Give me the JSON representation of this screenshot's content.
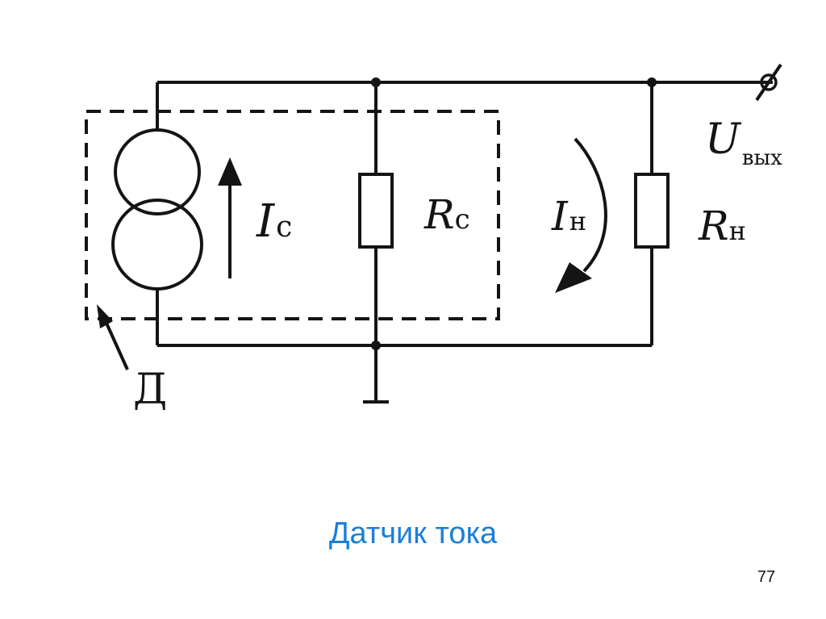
{
  "diagram": {
    "labels": {
      "source_current": {
        "main": "I",
        "sub": "с"
      },
      "source_resistance": {
        "main": "R",
        "sub": "с"
      },
      "load_current": {
        "main": "I",
        "sub": "н"
      },
      "load_resistance": {
        "main": "R",
        "sub": "н"
      },
      "output_voltage": {
        "main": "U",
        "sub": "вых"
      },
      "sensor": "Д"
    }
  },
  "caption": "Датчик тока",
  "page_number": "77",
  "colors": {
    "caption": "#1a7fd6",
    "lines": "#141414",
    "background": "#ffffff"
  }
}
